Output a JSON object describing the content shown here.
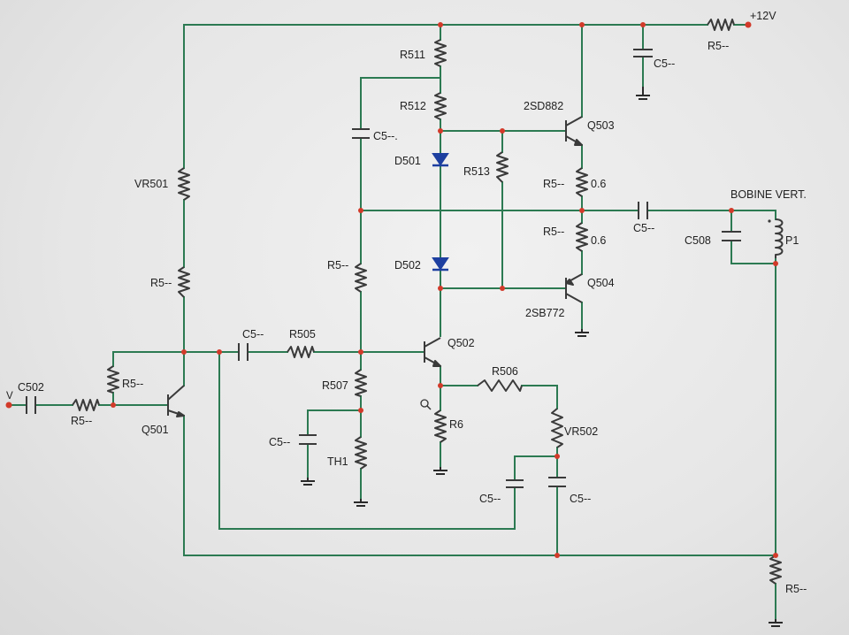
{
  "labels": {
    "supply": "+12V",
    "r_supply": "R5--",
    "c_supply": "C5--",
    "r511": "R511",
    "r512": "R512",
    "c_top": "C5--.",
    "d501": "D501",
    "r513": "R513",
    "t503_type": "2SD882",
    "q503": "Q503",
    "r_e503": "R5--",
    "r_e503_val": "0.6",
    "bobine": "BOBINE VERT.",
    "vr501": "VR501",
    "r_e504": "R5--",
    "r_e504_val": "0.6",
    "c_out": "C5--",
    "c508": "C508",
    "p1": "P1",
    "r_bias": "R5--",
    "d502": "D502",
    "q504": "Q504",
    "r_vr": "R5--",
    "t504_type": "2SB772",
    "c_in": "C5--",
    "r505": "R505",
    "q502": "Q502",
    "c502": "C502",
    "v_in": "V",
    "r_base501": "R5--",
    "r506": "R506",
    "r507": "R507",
    "r_in": "R5--",
    "q501": "Q501",
    "r6": "R6",
    "vr502": "VR502",
    "c_th": "C5--",
    "th1": "TH1",
    "c_fb1": "C5--",
    "c_fb2": "C5--",
    "r_sense": "R5--"
  }
}
